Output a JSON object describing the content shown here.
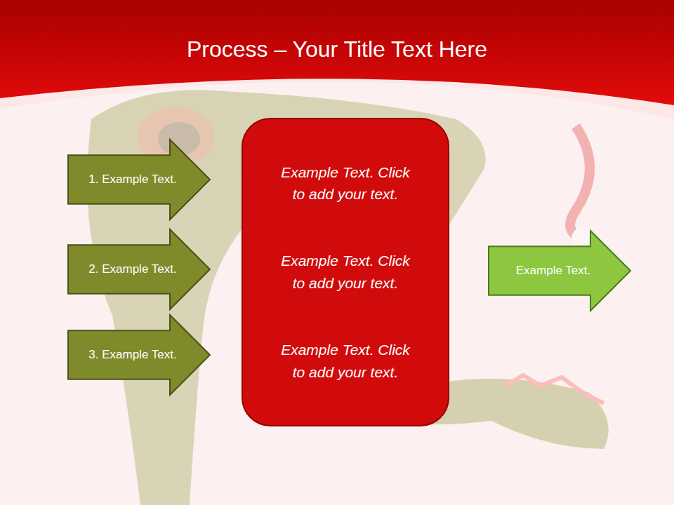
{
  "diagram": {
    "title": "Process – Your Title Text Here",
    "nodes": [
      {
        "text": [
          "1. Example Text."
        ]
      },
      {
        "text": [
          "2. Example Text."
        ]
      },
      {
        "text": [
          "3. Example Text."
        ]
      },
      {
        "text": [
          "Example Text. Click to add your text.",
          "Example Text. Click to add your text.",
          "Example Text. Click to add your text."
        ]
      },
      {
        "text": [
          "Example Text."
        ]
      }
    ]
  }
}
